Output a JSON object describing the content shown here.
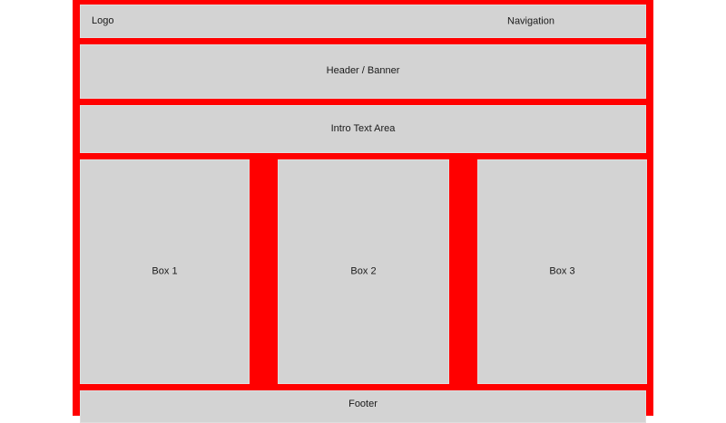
{
  "page": {
    "title": "Wireframe Layout Mockup",
    "background_color": "#FFFFFF",
    "container_color": "#FF0000",
    "block_color": "#D3D3D3",
    "block_border_color": "#DEDEDE",
    "text_color": "#1a1a1a"
  },
  "nav_bar": {
    "logo_label": "Logo",
    "nav_label": "Navigation"
  },
  "header_banner": {
    "label": "Header / Banner"
  },
  "intro_area": {
    "label": "Intro Text Area"
  },
  "boxes_row": {
    "boxes": [
      {
        "label": "Box 1"
      },
      {
        "label": "Box 2"
      },
      {
        "label": "Box 3"
      }
    ]
  },
  "footer": {
    "label": "Footer"
  }
}
